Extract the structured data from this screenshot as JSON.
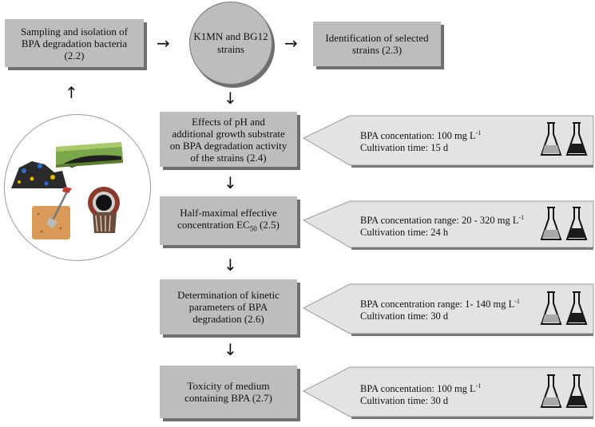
{
  "top_row": {
    "sampling": {
      "line1": "Sampling and isolation of",
      "line2": "BPA degradation bacteria",
      "line3": "(2.2)"
    },
    "strains": {
      "line1": "K1MN and BG12",
      "line2": "strains"
    },
    "identification": {
      "line1": "Identification of selected",
      "line2": "strains (2.3)"
    }
  },
  "steps": [
    {
      "lines": [
        "Effects of pH and",
        "additional growth substrate",
        "on BPA degradation activity",
        "of the strains (2.4)"
      ],
      "condition": "BPA concentation: 100 mg L",
      "condition_sup": "-1",
      "time": "Cultivation time: 15 d"
    },
    {
      "lines": [
        "Half-maximal effective"
      ],
      "line2_main": "concentration EC",
      "line2_sub": "50",
      "line2_tail": " (2.5)",
      "condition": "BPA concentation range: 20 - 320 mg L",
      "condition_sup": "-1",
      "time": "Cultivation time: 24 h"
    },
    {
      "lines": [
        "Determination of kinetic",
        "parameters of BPA",
        "degradation (2.6)"
      ],
      "condition": "BPA concentration range: 1- 140 mg L",
      "condition_sup": "-1",
      "time": "Cultivation time: 30 d"
    },
    {
      "lines": [
        "Toxicity of medium",
        "containing BPA (2.7)"
      ],
      "condition": "BPA concentation: 100 mg L",
      "condition_sup": "-1",
      "time": "Cultivation time: 30 d"
    }
  ],
  "arrows": {
    "right": "→",
    "down": "↓",
    "up": "↑"
  },
  "icons": {
    "flask_light": "flask-light-icon",
    "flask_dark": "flask-dark-icon"
  },
  "colors": {
    "box": "#bdbdbd",
    "shadow": "#6f6f6f",
    "callout": "#e3e3e3",
    "dark_liquid": "#1a1a1a",
    "light_liquid": "#a8a8a8"
  }
}
